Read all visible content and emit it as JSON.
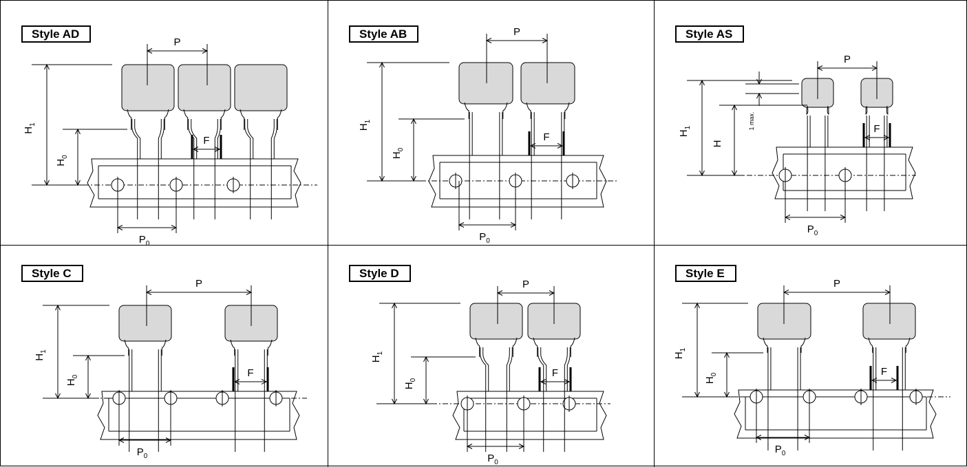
{
  "styles": [
    {
      "id": "ad",
      "label": "Style AD",
      "layout": "AD",
      "kink": true,
      "pitch_label": "P",
      "feed_pitch_label": "P",
      "feed_pitch_sub": "0",
      "height_label": "H",
      "height_sub": "1",
      "height0_label": "H",
      "height0_sub": "0",
      "lead_space_label": "F"
    },
    {
      "id": "ab",
      "label": "Style AB",
      "layout": "AB",
      "kink": false,
      "pitch_label": "P",
      "feed_pitch_label": "P",
      "feed_pitch_sub": "0",
      "height_label": "H",
      "height_sub": "1",
      "height0_label": "H",
      "height0_sub": "0",
      "lead_space_label": "F"
    },
    {
      "id": "as",
      "label": "Style AS",
      "layout": "AS",
      "kink": false,
      "pitch_label": "P",
      "feed_pitch_label": "P",
      "feed_pitch_sub": "0",
      "height_label": "H",
      "height_sub": "1",
      "height0_label": "H",
      "height0_sub": "",
      "lead_space_label": "F",
      "clearance_label": "1 max."
    },
    {
      "id": "c",
      "label": "Style C",
      "layout": "C",
      "kink": false,
      "pitch_label": "P",
      "feed_pitch_label": "P",
      "feed_pitch_sub": "0",
      "height_label": "H",
      "height_sub": "1",
      "height0_label": "H",
      "height0_sub": "0",
      "lead_space_label": "F"
    },
    {
      "id": "d",
      "label": "Style D",
      "layout": "D",
      "kink": true,
      "pitch_label": "P",
      "feed_pitch_label": "P",
      "feed_pitch_sub": "0",
      "height_label": "H",
      "height_sub": "1",
      "height0_label": "H",
      "height0_sub": "0",
      "lead_space_label": "F"
    },
    {
      "id": "e",
      "label": "Style E",
      "layout": "E",
      "kink": false,
      "pitch_label": "P",
      "feed_pitch_label": "P",
      "feed_pitch_sub": "0",
      "height_label": "H",
      "height_sub": "1",
      "height0_label": "H",
      "height0_sub": "0",
      "lead_space_label": "F"
    }
  ],
  "colors": {
    "line": "#000000",
    "capacitor_fill": "#d9d9d9",
    "tape_fill": "#ffffff"
  }
}
